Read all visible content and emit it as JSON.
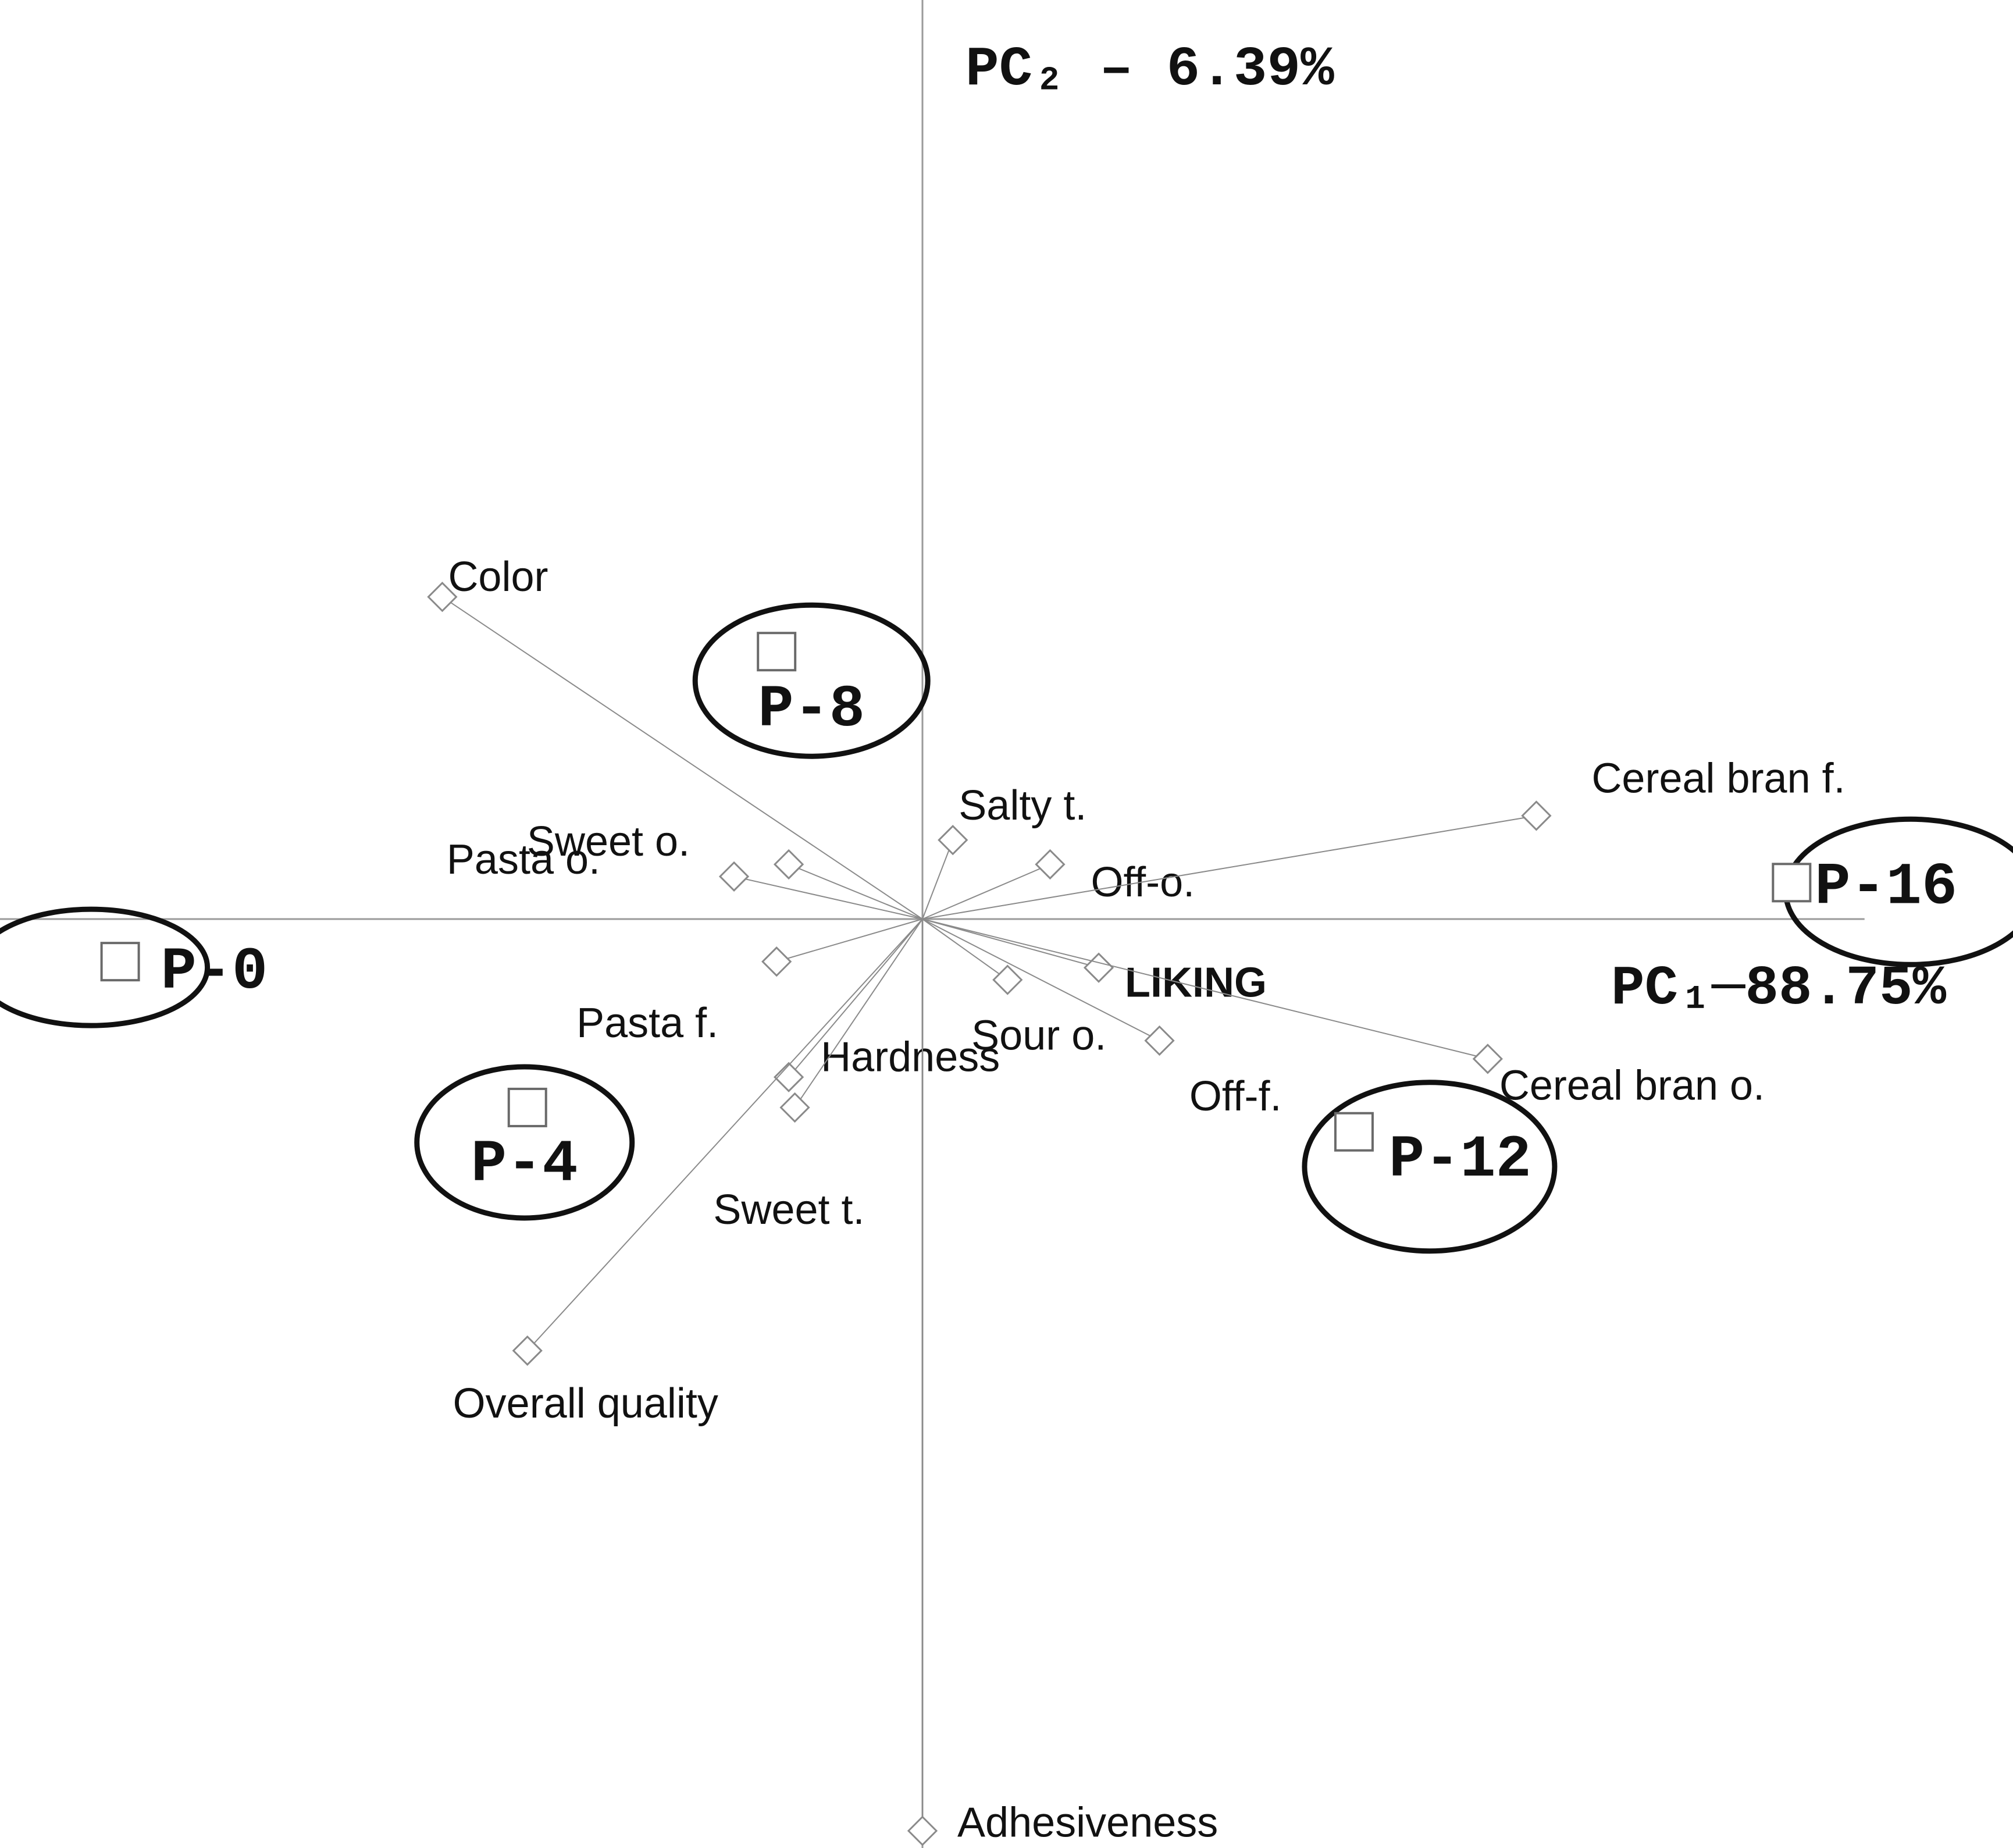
{
  "chart_data": {
    "type": "scatter",
    "title": "",
    "axes": {
      "x": {
        "label": "PC₁─88.75%",
        "range": [
          -1.6,
          1.55
        ]
      },
      "y": {
        "label": "PC₂ – 6.39%",
        "range": [
          -1.55,
          1.55
        ]
      },
      "grid": false
    },
    "variables": [
      {
        "name": "Color",
        "x": -0.79,
        "y": 0.53,
        "bold": false
      },
      {
        "name": "Sweet o.",
        "x": -0.22,
        "y": 0.09,
        "bold": false
      },
      {
        "name": "Pasta o.",
        "x": -0.31,
        "y": 0.07,
        "bold": false
      },
      {
        "name": "Pasta f.",
        "x": -0.24,
        "y": -0.07,
        "bold": false
      },
      {
        "name": "Hardness",
        "x": -0.22,
        "y": -0.26,
        "bold": false
      },
      {
        "name": "Sweet t.",
        "x": -0.21,
        "y": -0.31,
        "bold": false
      },
      {
        "name": "Overall quality",
        "x": -0.65,
        "y": -0.71,
        "bold": false
      },
      {
        "name": "Salty t.",
        "x": 0.05,
        "y": 0.13,
        "bold": false
      },
      {
        "name": "Off-o.",
        "x": 0.21,
        "y": 0.09,
        "bold": false
      },
      {
        "name": "LIKING",
        "x": 0.29,
        "y": -0.08,
        "bold": true
      },
      {
        "name": "Sour o.",
        "x": 0.14,
        "y": -0.1,
        "bold": false
      },
      {
        "name": "Off-f.",
        "x": 0.39,
        "y": -0.2,
        "bold": false
      },
      {
        "name": "Cereal bran f.",
        "x": 1.01,
        "y": 0.17,
        "bold": false
      },
      {
        "name": "Cereal bran o.",
        "x": 0.93,
        "y": -0.23,
        "bold": false
      },
      {
        "name": "Adhesiveness",
        "x": 0.0,
        "y": -1.5,
        "bold": false
      }
    ],
    "observations": [
      {
        "name": "P-0",
        "x": -1.32,
        "y": -0.07
      },
      {
        "name": "P-4",
        "x": -0.65,
        "y": -0.31
      },
      {
        "name": "P-8",
        "x": -0.24,
        "y": 0.44
      },
      {
        "name": "P-12",
        "x": 0.71,
        "y": -0.35
      },
      {
        "name": "P-16",
        "x": 1.43,
        "y": 0.06
      }
    ]
  }
}
